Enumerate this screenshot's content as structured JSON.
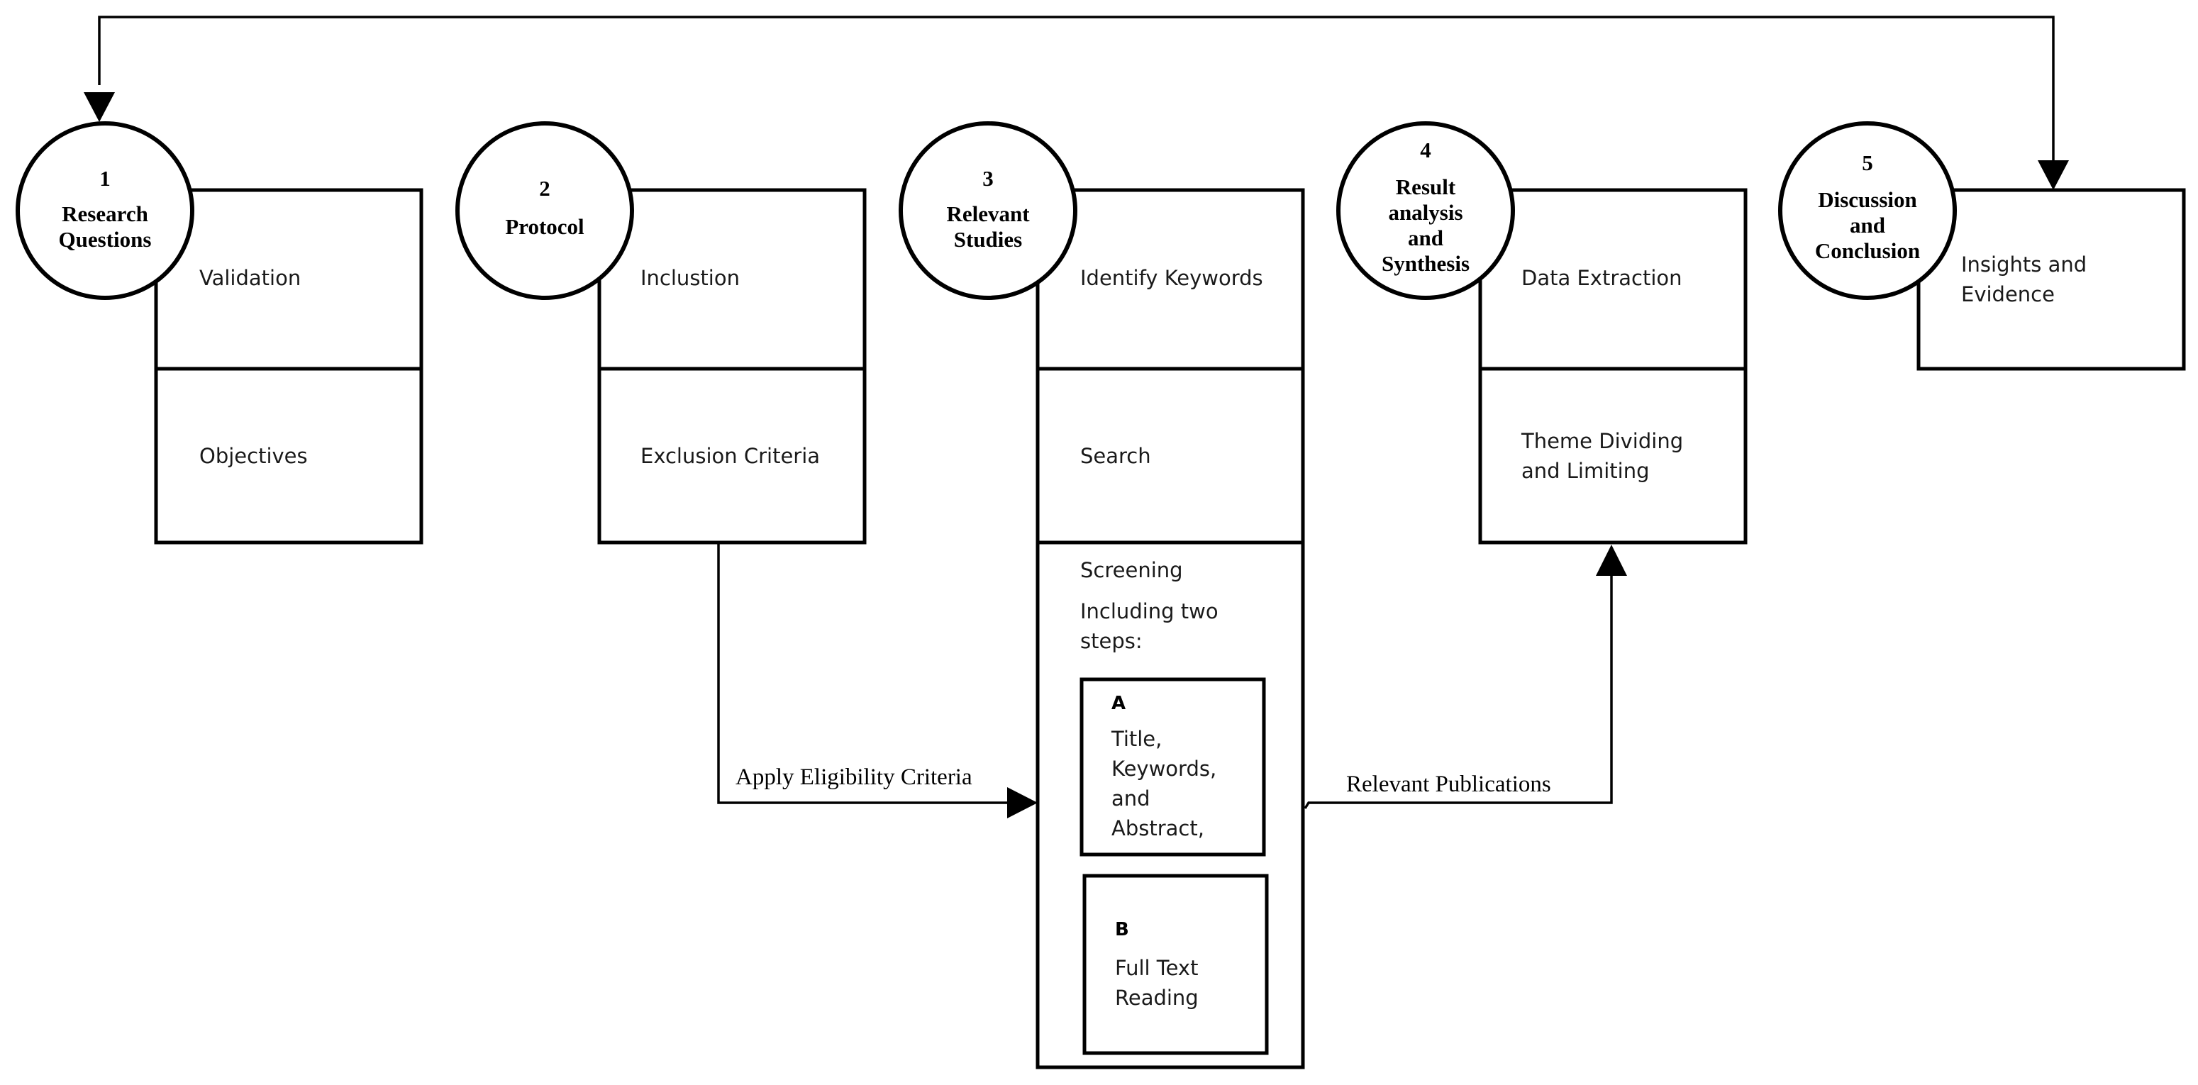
{
  "steps": [
    {
      "number": "1",
      "title_lines": [
        "Research",
        "Questions"
      ],
      "boxes": [
        [
          "Validation"
        ],
        [
          "Objectives"
        ]
      ]
    },
    {
      "number": "2",
      "title_lines": [
        "Protocol"
      ],
      "boxes": [
        [
          "Inclustion"
        ],
        [
          "Exclusion Criteria"
        ]
      ]
    },
    {
      "number": "3",
      "title_lines": [
        "Relevant",
        "Studies"
      ],
      "boxes": [
        [
          "Identify Keywords"
        ],
        [
          "Search"
        ]
      ],
      "screening": {
        "heading": "Screening",
        "intro_lines": [
          "Including two",
          "steps:"
        ],
        "substeps": [
          {
            "letter": "A",
            "lines": [
              "Title,",
              "Keywords,",
              "and",
              "Abstract,"
            ]
          },
          {
            "letter": "B",
            "lines": [
              "Full Text",
              "Reading"
            ]
          }
        ]
      }
    },
    {
      "number": "4",
      "title_lines": [
        "Result",
        "analysis",
        "and",
        "Synthesis"
      ],
      "boxes": [
        [
          "Data Extraction"
        ],
        [
          "Theme Dividing",
          "and Limiting"
        ]
      ]
    },
    {
      "number": "5",
      "title_lines": [
        "Discussion",
        "and",
        "Conclusion"
      ],
      "boxes": [
        [
          "Insights and",
          "Evidence"
        ]
      ]
    }
  ],
  "connectors": {
    "eligibility_label": "Apply Eligibility Criteria",
    "publications_label": "Relevant Publications"
  }
}
